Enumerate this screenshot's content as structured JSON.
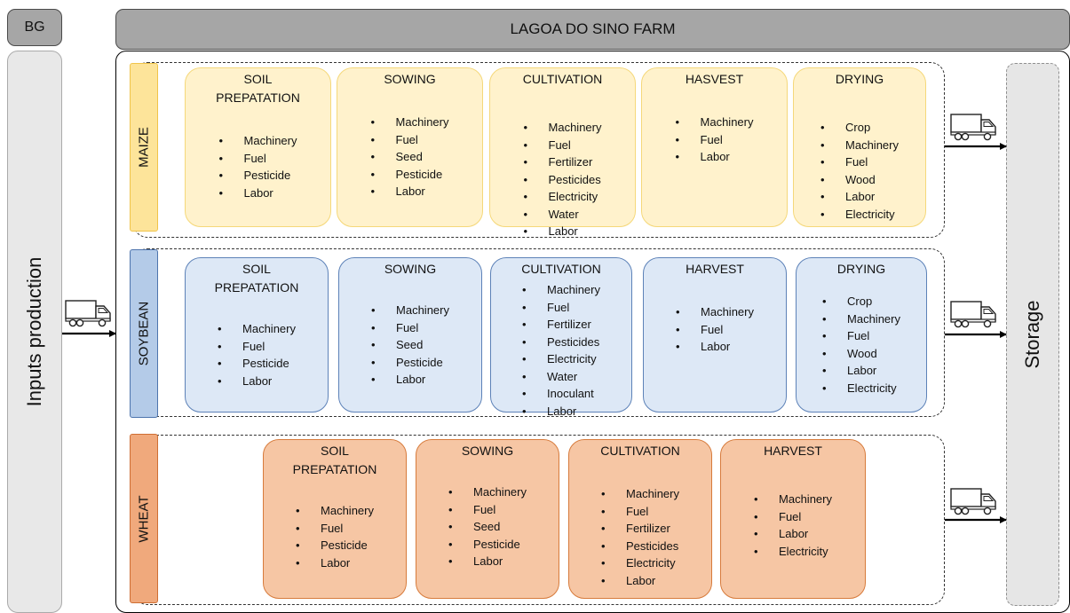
{
  "header": {
    "bg_label": "BG",
    "farm_title": "LAGOA DO SINO FARM"
  },
  "left_panel": {
    "label": "Inputs production"
  },
  "storage": {
    "label": "Storage"
  },
  "colors": {
    "maize": "#fde49a",
    "soybean": "#b4cbe8",
    "wheat": "#f0a97c"
  },
  "rows": [
    {
      "crop": "MAIZE",
      "stages": [
        {
          "title": [
            "SOIL",
            "PREPATATION"
          ],
          "items": [
            "Machinery",
            "Fuel",
            "Pesticide",
            "Labor"
          ]
        },
        {
          "title": [
            "SOWING"
          ],
          "items": [
            "Machinery",
            "Fuel",
            "Seed",
            "Pesticide",
            "Labor"
          ]
        },
        {
          "title": [
            "CULTIVATION"
          ],
          "items": [
            "Machinery",
            "Fuel",
            "Fertilizer",
            "Pesticides",
            "Electricity",
            "Water",
            "Labor"
          ]
        },
        {
          "title": [
            "HASVEST"
          ],
          "items": [
            "Machinery",
            "Fuel",
            "Labor"
          ]
        },
        {
          "title": [
            "DRYING"
          ],
          "items": [
            "Crop",
            "Machinery",
            "Fuel",
            "Wood",
            "Labor",
            "Electricity"
          ]
        }
      ]
    },
    {
      "crop": "SOYBEAN",
      "stages": [
        {
          "title": [
            "SOIL",
            "PREPATATION"
          ],
          "items": [
            "Machinery",
            "Fuel",
            "Pesticide",
            "Labor"
          ]
        },
        {
          "title": [
            "SOWING"
          ],
          "items": [
            "Machinery",
            "Fuel",
            "Seed",
            "Pesticide",
            "Labor"
          ]
        },
        {
          "title": [
            "CULTIVATION"
          ],
          "items": [
            "Machinery",
            "Fuel",
            "Fertilizer",
            "Pesticides",
            "Electricity",
            "Water",
            "Inoculant",
            "Labor"
          ]
        },
        {
          "title": [
            "HARVEST"
          ],
          "items": [
            "Machinery",
            "Fuel",
            "Labor"
          ]
        },
        {
          "title": [
            "DRYING"
          ],
          "items": [
            "Crop",
            "Machinery",
            "Fuel",
            "Wood",
            "Labor",
            "Electricity"
          ]
        }
      ]
    },
    {
      "crop": "WHEAT",
      "stages": [
        {
          "title": [
            "SOIL",
            "PREPATATION"
          ],
          "items": [
            "Machinery",
            "Fuel",
            "Pesticide",
            "Labor"
          ]
        },
        {
          "title": [
            "SOWING"
          ],
          "items": [
            "Machinery",
            "Fuel",
            "Seed",
            "Pesticide",
            "Labor"
          ]
        },
        {
          "title": [
            "CULTIVATION"
          ],
          "items": [
            "Machinery",
            "Fuel",
            "Fertilizer",
            "Pesticides",
            "Electricity",
            "Labor"
          ]
        },
        {
          "title": [
            "HARVEST"
          ],
          "items": [
            "Machinery",
            "Fuel",
            "Labor",
            "Electricity"
          ]
        }
      ]
    }
  ]
}
